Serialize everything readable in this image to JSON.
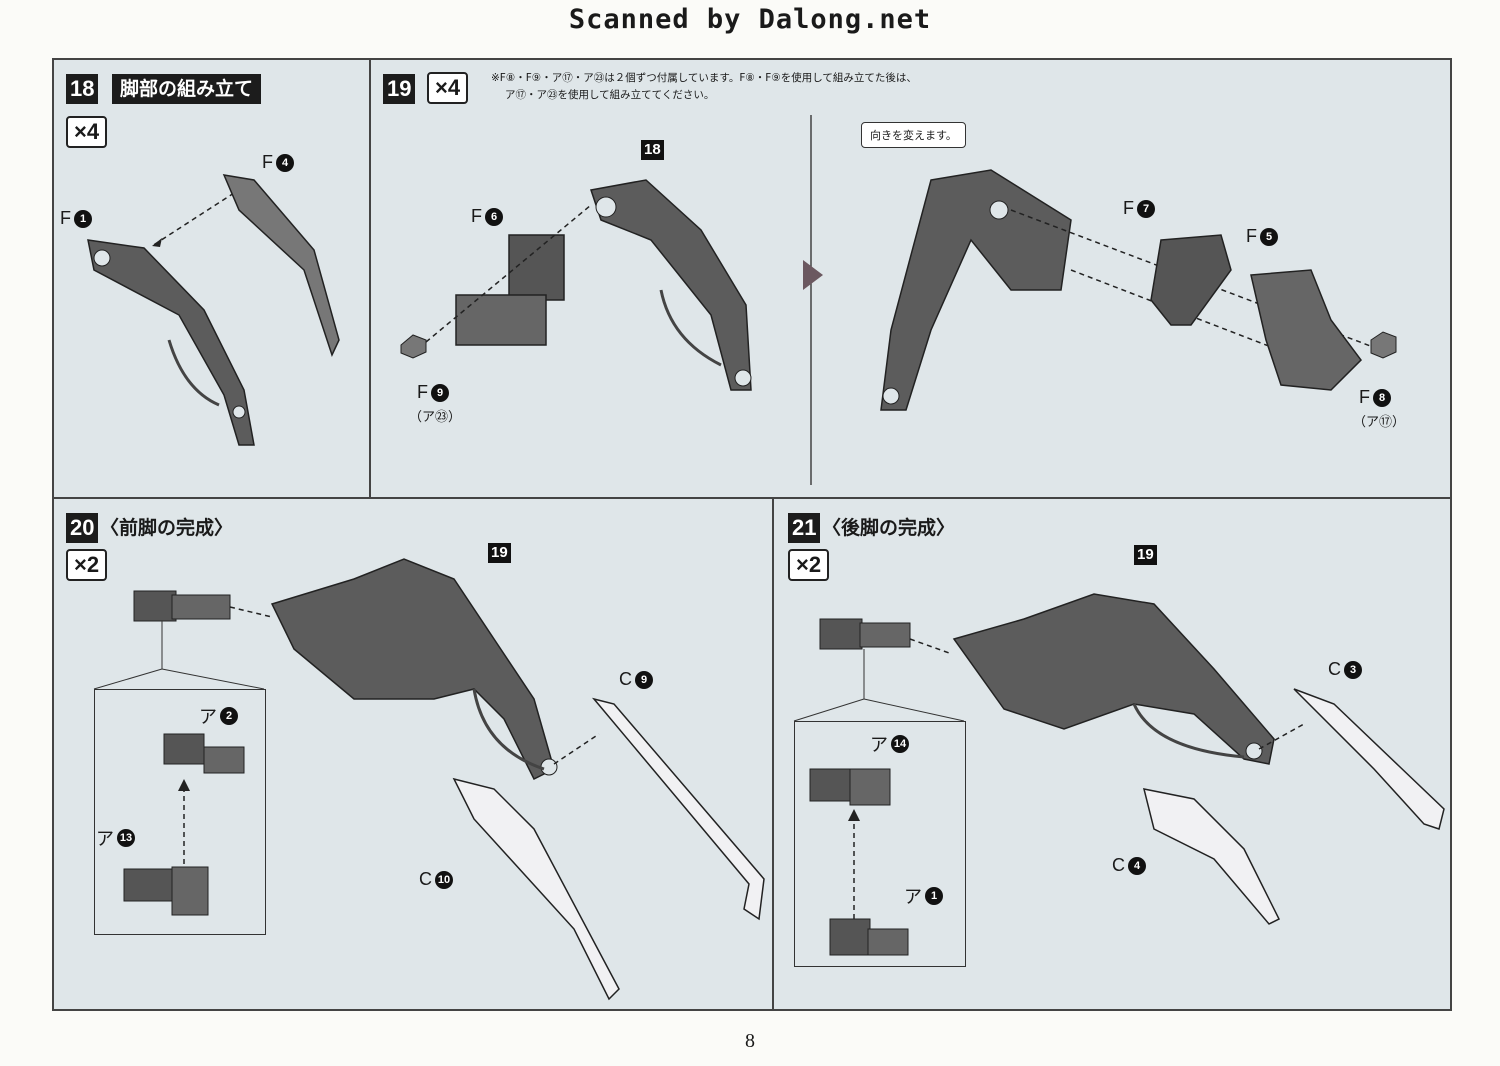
{
  "header": {
    "scan_credit": "Scanned by Dalong.net"
  },
  "step18": {
    "number": "18",
    "title": "脚部の組み立て",
    "multiplier": "×4",
    "parts": [
      {
        "letter": "F",
        "num": "4"
      },
      {
        "letter": "F",
        "num": "1"
      }
    ]
  },
  "step19": {
    "number": "19",
    "multiplier": "×4",
    "note_line1": "※F⑧・F⑨・ア⑰・ア㉓は２個ずつ付属しています。F⑧・F⑨を使用して組み立てた後は、",
    "note_line2": "ア⑰・ア㉓を使用して組み立ててください。",
    "callout": "向きを変えます。",
    "ref": "18",
    "parts": [
      {
        "letter": "F",
        "num": "6"
      },
      {
        "letter": "F",
        "num": "9",
        "sub": "（ア㉓）"
      },
      {
        "letter": "F",
        "num": "7"
      },
      {
        "letter": "F",
        "num": "5"
      },
      {
        "letter": "F",
        "num": "8",
        "sub": "（ア⑰）"
      }
    ]
  },
  "step20": {
    "number": "20",
    "title": "〈前脚の完成〉",
    "multiplier": "×2",
    "ref": "19",
    "parts": [
      {
        "letter": "ア",
        "num": "2"
      },
      {
        "letter": "ア",
        "num": "13"
      },
      {
        "letter": "C",
        "num": "9"
      },
      {
        "letter": "C",
        "num": "10"
      }
    ]
  },
  "step21": {
    "number": "21",
    "title": "〈後脚の完成〉",
    "multiplier": "×2",
    "ref": "19",
    "parts": [
      {
        "letter": "ア",
        "num": "14"
      },
      {
        "letter": "ア",
        "num": "1"
      },
      {
        "letter": "C",
        "num": "3"
      },
      {
        "letter": "C",
        "num": "4"
      }
    ]
  },
  "footer": {
    "page_number": "8"
  }
}
